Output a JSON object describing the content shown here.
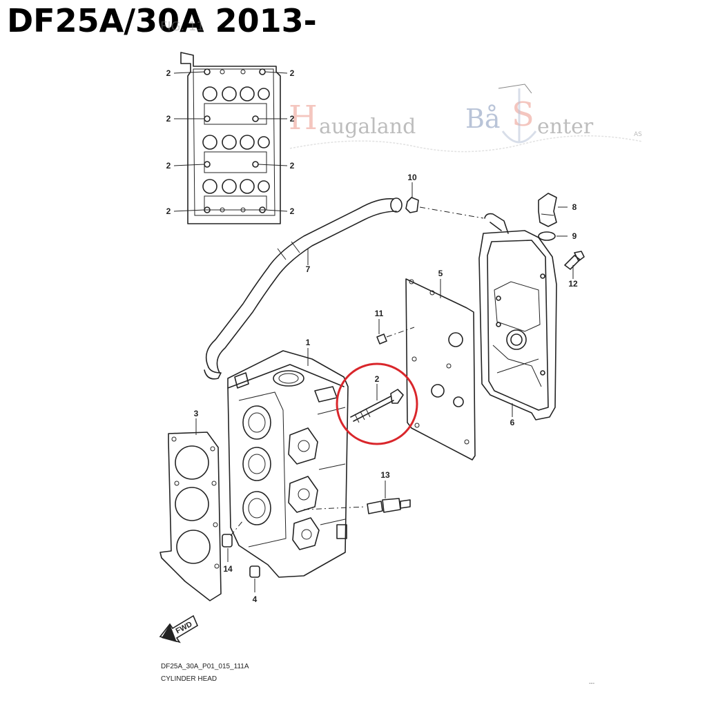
{
  "title": "DF25A/30A 2013-",
  "figure_ghost_label": "FIG. 11",
  "watermark": {
    "h_initial": "H",
    "word1_rest": "augaland",
    "ba": "Bå",
    "s_initial": "S",
    "word2_rest": "enter",
    "suffix": "AS"
  },
  "diagram_code": "DF25A_30A_P01_015_111A",
  "caption": "CYLINDER HEAD",
  "corner_mark": "---",
  "fwd_label": "FWD",
  "callouts": {
    "c1": "1",
    "c2": "2",
    "c3": "3",
    "c4": "4",
    "c5": "5",
    "c6": "6",
    "c7": "7",
    "c8": "8",
    "c9": "9",
    "c10": "10",
    "c11": "11",
    "c12": "12",
    "c13": "13",
    "c14": "14",
    "inset2": "2"
  },
  "colors": {
    "line": "#222222",
    "highlight": "#d9262b",
    "watermark_red": "#f2b8b0",
    "watermark_grey": "#bdbdbd",
    "watermark_blue": "#b9c4d8"
  }
}
